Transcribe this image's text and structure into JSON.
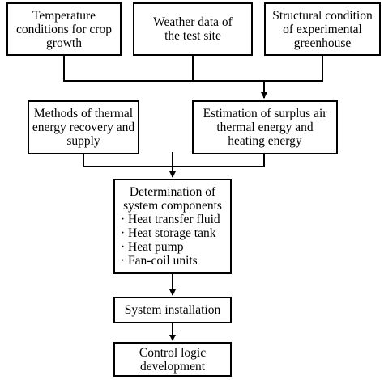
{
  "diagram": {
    "nodes": {
      "temperature": {
        "lines": [
          "Temperature",
          "conditions for crop",
          "growth"
        ]
      },
      "weather": {
        "lines": [
          "Weather data of",
          "the test site"
        ]
      },
      "structural": {
        "lines": [
          "Structural condition",
          "of experimental",
          "greenhouse"
        ]
      },
      "methods": {
        "lines": [
          "Methods of thermal",
          "energy recovery and",
          "supply"
        ]
      },
      "estimation": {
        "lines": [
          "Estimation of surplus air",
          "thermal energy and",
          "heating energy"
        ]
      },
      "determination": {
        "title_lines": [
          "Determination of",
          "system components"
        ],
        "items": [
          "· Heat transfer fluid",
          "· Heat storage tank",
          "· Heat pump",
          "· Fan-coil units"
        ]
      },
      "installation": {
        "lines": [
          "System installation"
        ]
      },
      "control": {
        "lines": [
          "Control logic",
          "development"
        ]
      }
    }
  }
}
